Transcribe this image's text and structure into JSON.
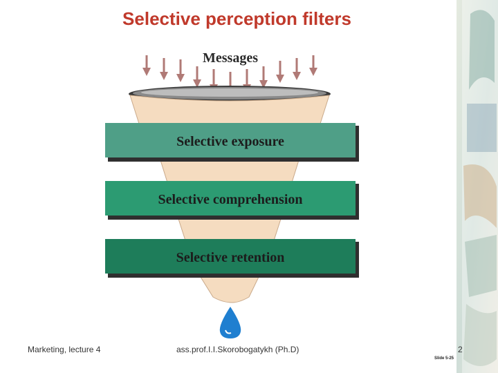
{
  "slide": {
    "title": "Selective perception filters",
    "footer_left": "Marketing, lecture 4",
    "footer_center": "ass.prof.I.I.Skorobogatykh (Ph.D)",
    "footer_right": "2",
    "slide_number": "Slide 5-25"
  },
  "diagram": {
    "top_label": "Messages",
    "stages": [
      {
        "label": "Selective exposure",
        "color": "#4f9f87"
      },
      {
        "label": "Selective comprehension",
        "color": "#2c9b72"
      },
      {
        "label": "Selective retention",
        "color": "#1e7d5a"
      }
    ],
    "funnel_color": "#f5dcc0",
    "arrow_color": "#b07a76",
    "drop_color": "#1f7fd0",
    "arrow_count": 11
  }
}
